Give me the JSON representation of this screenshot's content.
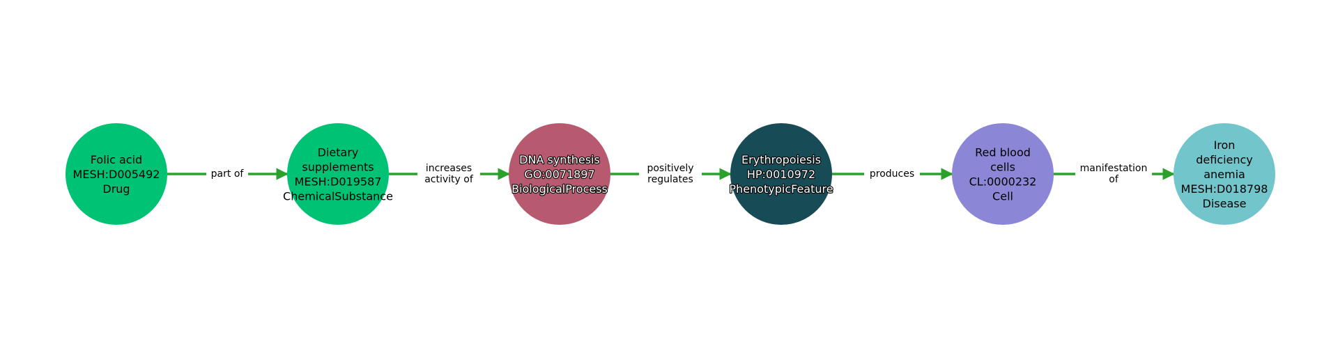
{
  "diagram": {
    "edge_color": "#2ca02c",
    "nodes": [
      {
        "id": "folic-acid",
        "lines": [
          "Folic acid",
          "MESH:D005492",
          "Drug"
        ],
        "fill": "#00c274",
        "text_color": "#000000"
      },
      {
        "id": "dietary-supplements",
        "lines": [
          "Dietary",
          "supplements",
          "MESH:D019587",
          "ChemicalSubstance"
        ],
        "fill": "#00c274",
        "text_color": "#000000"
      },
      {
        "id": "dna-synthesis",
        "lines": [
          "DNA synthesis",
          "GO:0071897",
          "BiologicalProcess"
        ],
        "fill": "#b85a6f",
        "text_color": "#ffffff"
      },
      {
        "id": "erythropoiesis",
        "lines": [
          "Erythropoiesis",
          "HP:0010972",
          "PhenotypicFeature"
        ],
        "fill": "#174c57",
        "text_color": "#ffffff"
      },
      {
        "id": "red-blood-cells",
        "lines": [
          "Red blood",
          "cells",
          "CL:0000232",
          "Cell"
        ],
        "fill": "#8c86d6",
        "text_color": "#000000"
      },
      {
        "id": "iron-deficiency-anemia",
        "lines": [
          "Iron",
          "deficiency",
          "anemia",
          "MESH:D018798",
          "Disease"
        ],
        "fill": "#72c5ca",
        "text_color": "#000000"
      }
    ],
    "edges": [
      {
        "from": 0,
        "to": 1,
        "lines": [
          "part of"
        ]
      },
      {
        "from": 1,
        "to": 2,
        "lines": [
          "increases",
          "activity of"
        ]
      },
      {
        "from": 2,
        "to": 3,
        "lines": [
          "positively",
          "regulates"
        ]
      },
      {
        "from": 3,
        "to": 4,
        "lines": [
          "produces"
        ]
      },
      {
        "from": 4,
        "to": 5,
        "lines": [
          "manifestation",
          "of"
        ]
      }
    ]
  }
}
